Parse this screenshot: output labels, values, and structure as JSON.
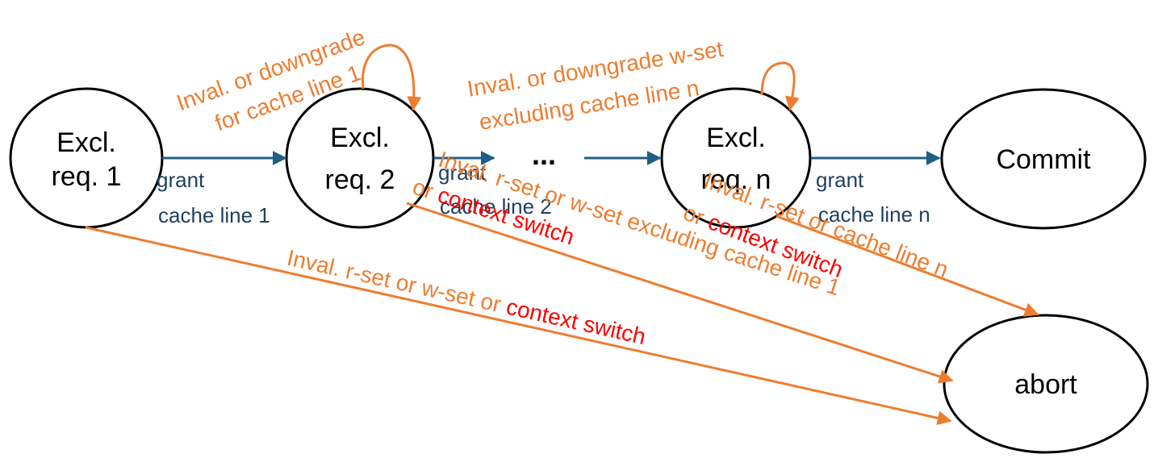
{
  "colors": {
    "node_stroke": "#000000",
    "node_text": "#000000",
    "transition": "#1f5f86",
    "transition_text": "#1f3f5f",
    "abort_path": "#ed7d31",
    "highlight": "#ff0000"
  },
  "nodes": {
    "excl_req_1": {
      "line1": "Excl.",
      "line2": "req. 1"
    },
    "excl_req_2": {
      "line1": "Excl.",
      "line2": "req. 2"
    },
    "excl_req_n": {
      "line1": "Excl.",
      "line2": "req. n"
    },
    "commit": {
      "label": "Commit"
    },
    "abort": {
      "label": "abort"
    }
  },
  "ellipsis": "...",
  "transitions": {
    "grant_1": {
      "line1": "grant",
      "line2": "cache line 1"
    },
    "grant_2": {
      "line1": "grant",
      "line2": "cache line 2"
    },
    "grant_n": {
      "line1": "grant",
      "line2": "cache line n"
    }
  },
  "self_loops": {
    "req_2": {
      "line1": "Inval. or downgrade",
      "line2": "for cache line 1"
    },
    "req_n": {
      "line1": "Inval. or downgrade w-set",
      "line2": "excluding cache line n"
    }
  },
  "abort_edges": {
    "from_1": {
      "prefix": "Inval. r-set or w-set or ",
      "highlight": "context switch"
    },
    "from_2": {
      "line1": "Inval. r-set or w-set excluding cache line 1",
      "line2_prefix": "or ",
      "line2_highlight": "context switch"
    },
    "from_n": {
      "line1": "Inval. r-set or cache line n",
      "line2_prefix": "or ",
      "line2_highlight": "context switch"
    }
  }
}
